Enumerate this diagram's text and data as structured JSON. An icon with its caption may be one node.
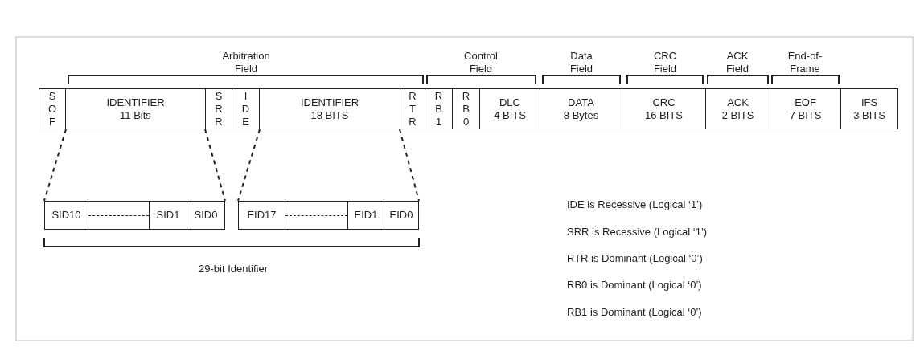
{
  "diagram": {
    "nodes": [
      {
        "text": [
          "S O F"
        ]
      },
      {
        "text": [
          "IDENTIFIER 11 Bits"
        ]
      },
      {
        "text": [
          "S R R"
        ]
      },
      {
        "text": [
          "I D E"
        ]
      },
      {
        "text": [
          "IDENTIFIER 18 BITS"
        ]
      },
      {
        "text": [
          "R T R"
        ]
      },
      {
        "text": [
          "R B 1"
        ]
      },
      {
        "text": [
          "R B 0"
        ]
      },
      {
        "text": [
          "DLC 4 BITS"
        ]
      },
      {
        "text": [
          "DATA 8 Bytes"
        ]
      },
      {
        "text": [
          "CRC 16 BITS"
        ]
      },
      {
        "text": [
          "ACK 2 BITS"
        ]
      },
      {
        "text": [
          "EOF 7 BITS"
        ]
      },
      {
        "text": [
          "IFS 3 BITS"
        ]
      },
      {
        "text": [
          "SID10"
        ]
      },
      {
        "text": [],
        "shape": "box"
      },
      {
        "text": [
          "SID1"
        ]
      },
      {
        "text": [
          "SID0"
        ]
      },
      {
        "text": [
          "EID17"
        ]
      },
      {
        "text": [],
        "shape": "box"
      },
      {
        "text": [
          "EID1"
        ]
      },
      {
        "text": [
          "EID0"
        ]
      }
    ],
    "edges": [
      {
        "from": 0,
        "to": 14,
        "arrow": "none",
        "style": "dashed"
      },
      {
        "from": 2,
        "to": 17,
        "arrow": "none",
        "style": "dashed"
      },
      {
        "from": 3,
        "to": 18,
        "arrow": "none",
        "style": "dashed"
      },
      {
        "from": 5,
        "to": 21,
        "arrow": "none",
        "style": "dashed"
      }
    ],
    "labels": [
      "Arbitration Field",
      "Control Field",
      "Data Field",
      "CRC Field",
      "ACK Field",
      "End-of-Frame",
      "IDE is Recessive (Logical ‘1’)",
      "SRR is Recessive (Logical ‘1’)",
      "RTR is Dominant (Logical ‘0’)",
      "29-bit Identifier",
      "RB0 is Dominant (Logical ‘0’)",
      "RB1 is Dominant (Logical ‘0’)"
    ]
  }
}
